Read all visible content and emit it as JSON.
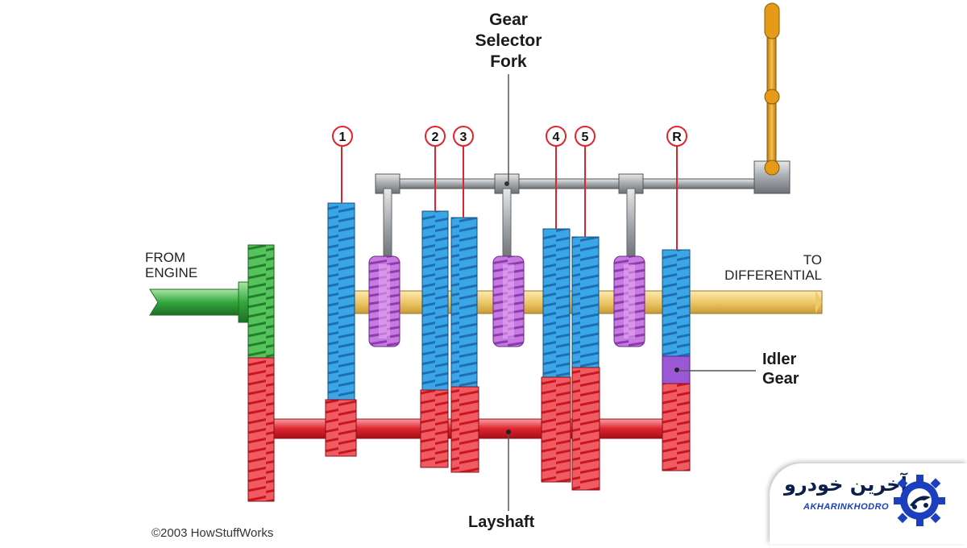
{
  "labels": {
    "fork_line1": "Gear",
    "fork_line2": "Selector",
    "fork_line3": "Fork",
    "from_line1": "FROM",
    "from_line2": "ENGINE",
    "to_line1": "TO",
    "to_line2": "DIFFERENTIAL",
    "idler_line1": "Idler",
    "idler_line2": "Gear",
    "layshaft": "Layshaft",
    "copyright": "©2003 HowStuffWorks"
  },
  "gears": [
    "1",
    "2",
    "3",
    "4",
    "5",
    "R"
  ],
  "brand": {
    "name_fa": "آخرین خودرو",
    "name_en": "AKHARINKHODRO"
  },
  "colors": {
    "input_gear": "#2ea33a",
    "output_gear": "#2a8fd6",
    "layshaft_gear": "#e0242e",
    "collar": "#b04fd0",
    "output_shaft": "#f2d27a",
    "selector_rod": "#9aa0a6",
    "lever": "#e6a21a"
  }
}
